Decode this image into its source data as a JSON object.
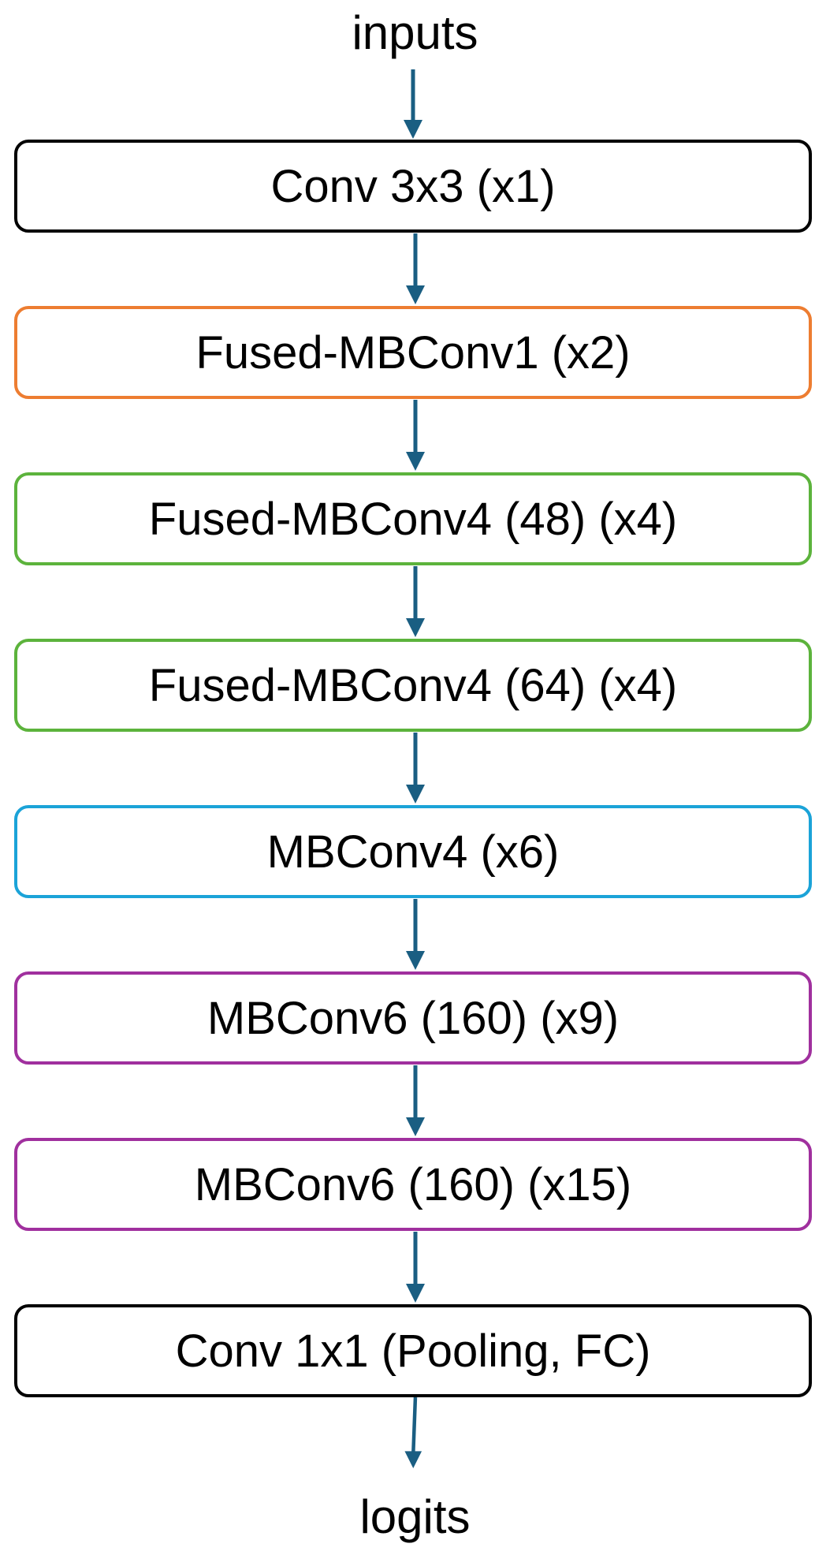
{
  "input_label": "inputs",
  "output_label": "logits",
  "arrow_color": "#1a5e82",
  "blocks": [
    {
      "label": "Conv 3x3  (x1)",
      "border_color": "#000000"
    },
    {
      "label": "Fused-MBConv1 (x2)",
      "border_color": "#ed7d31"
    },
    {
      "label": "Fused-MBConv4 (48) (x4)",
      "border_color": "#5cb33c"
    },
    {
      "label": "Fused-MBConv4 (64) (x4)",
      "border_color": "#5cb33c"
    },
    {
      "label": "MBConv4 (x6)",
      "border_color": "#1ba3d8"
    },
    {
      "label": "MBConv6 (160) (x9)",
      "border_color": "#a0309e"
    },
    {
      "label": "MBConv6 (160) (x15)",
      "border_color": "#a0309e"
    },
    {
      "label": "Conv 1x1 (Pooling, FC)",
      "border_color": "#000000"
    }
  ]
}
